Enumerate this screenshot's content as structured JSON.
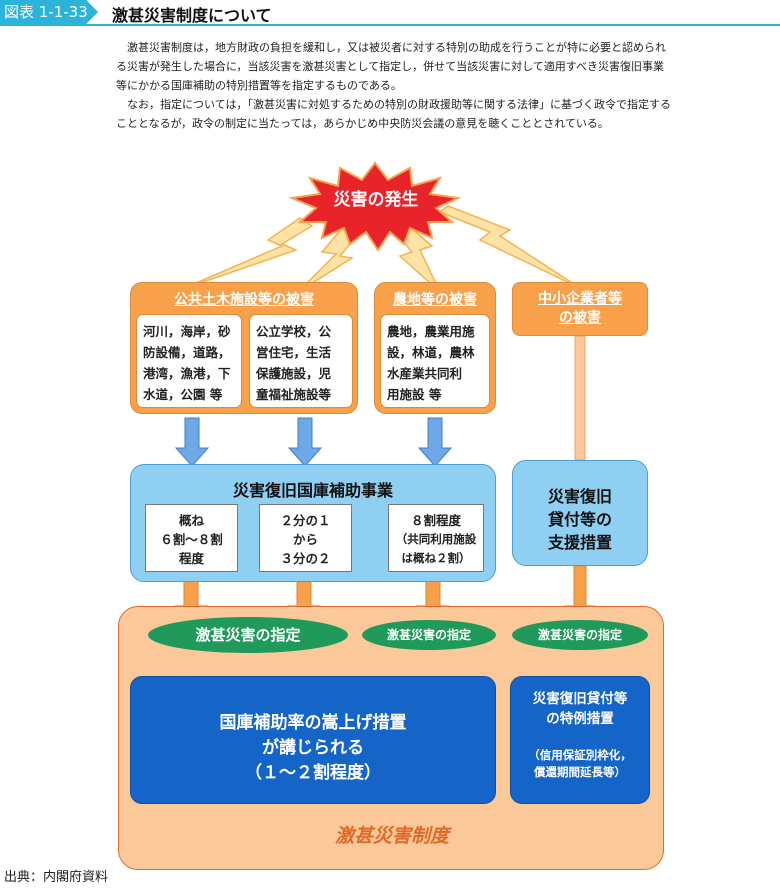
{
  "header": {
    "tag": "図表 1-1-33",
    "title": "激甚災害制度について"
  },
  "intro": {
    "p1_l1": "激甚災害制度は，地方財政の負担を緩和し，又は被災者に対する特別の助成を行うことが特に必要と認められ",
    "p1_l2": "る災害が発生した場合に，当該災害を激甚災害として指定し，併せて当該災害に対して適用すべき災害復旧事業",
    "p1_l3": "等にかかる国庫補助の特別措置等を指定するものである。",
    "p2_l1": "なお，指定については，「激甚災害に対処するための特別の財政援助等に関する法律」に基づく政令で指定する",
    "p2_l2": "こととなるが，政令の制定に当たっては，あらかじめ中央防災会議の意見を聴くこととされている。"
  },
  "burst": {
    "label": "災害の発生"
  },
  "damage": {
    "public": {
      "title": "公共土木施設等の被害",
      "left": [
        "河川，海岸，砂",
        "防設備，道路，",
        "港湾，漁港，下",
        "水道，公園 等"
      ],
      "right": [
        "公立学校，公",
        "営住宅，生活",
        "保護施設，児",
        "童福祉施設等"
      ]
    },
    "farm": {
      "title": "農地等の被害",
      "lines": [
        "農地，農業用施",
        "設，林道，農林",
        "水産業共同利",
        "用施設 等"
      ]
    },
    "sme": {
      "title_l1": "中小企業者等",
      "title_l2": "の被害"
    }
  },
  "subsidy": {
    "title": "災害復旧国庫補助事業",
    "rate1": [
      "概ね",
      "６割～８割",
      "程度"
    ],
    "rate2": [
      "２分の１",
      "から",
      "３分の２"
    ],
    "rate3": [
      "８割程度",
      "（共同利用施設",
      "は概ね２割）"
    ]
  },
  "loan": {
    "l1": "災害復旧",
    "l2": "貸付等の",
    "l3": "支援措置"
  },
  "designation": {
    "big": "激甚災害の指定",
    "small1": "激甚災害の指定",
    "small2": "激甚災害の指定"
  },
  "measures": {
    "raise_l1": "国庫補助率の嵩上げ措置",
    "raise_l2": "が講じられる",
    "raise_l3": "（１～２割程度）",
    "special_l1": "災害復旧貸付等",
    "special_l2": "の特例措置",
    "special_l3": "（信用保証別枠化，",
    "special_l4": "償還期間延長等）"
  },
  "region": {
    "label": "激甚災害制度"
  },
  "source": "出典：内閣府資料",
  "colors": {
    "accent": "#2bb3d9",
    "orange": "#f9a04a",
    "lightblue": "#8fd0f2",
    "green": "#1f9a5a",
    "blue": "#1565c8",
    "red": "#e8232a"
  }
}
